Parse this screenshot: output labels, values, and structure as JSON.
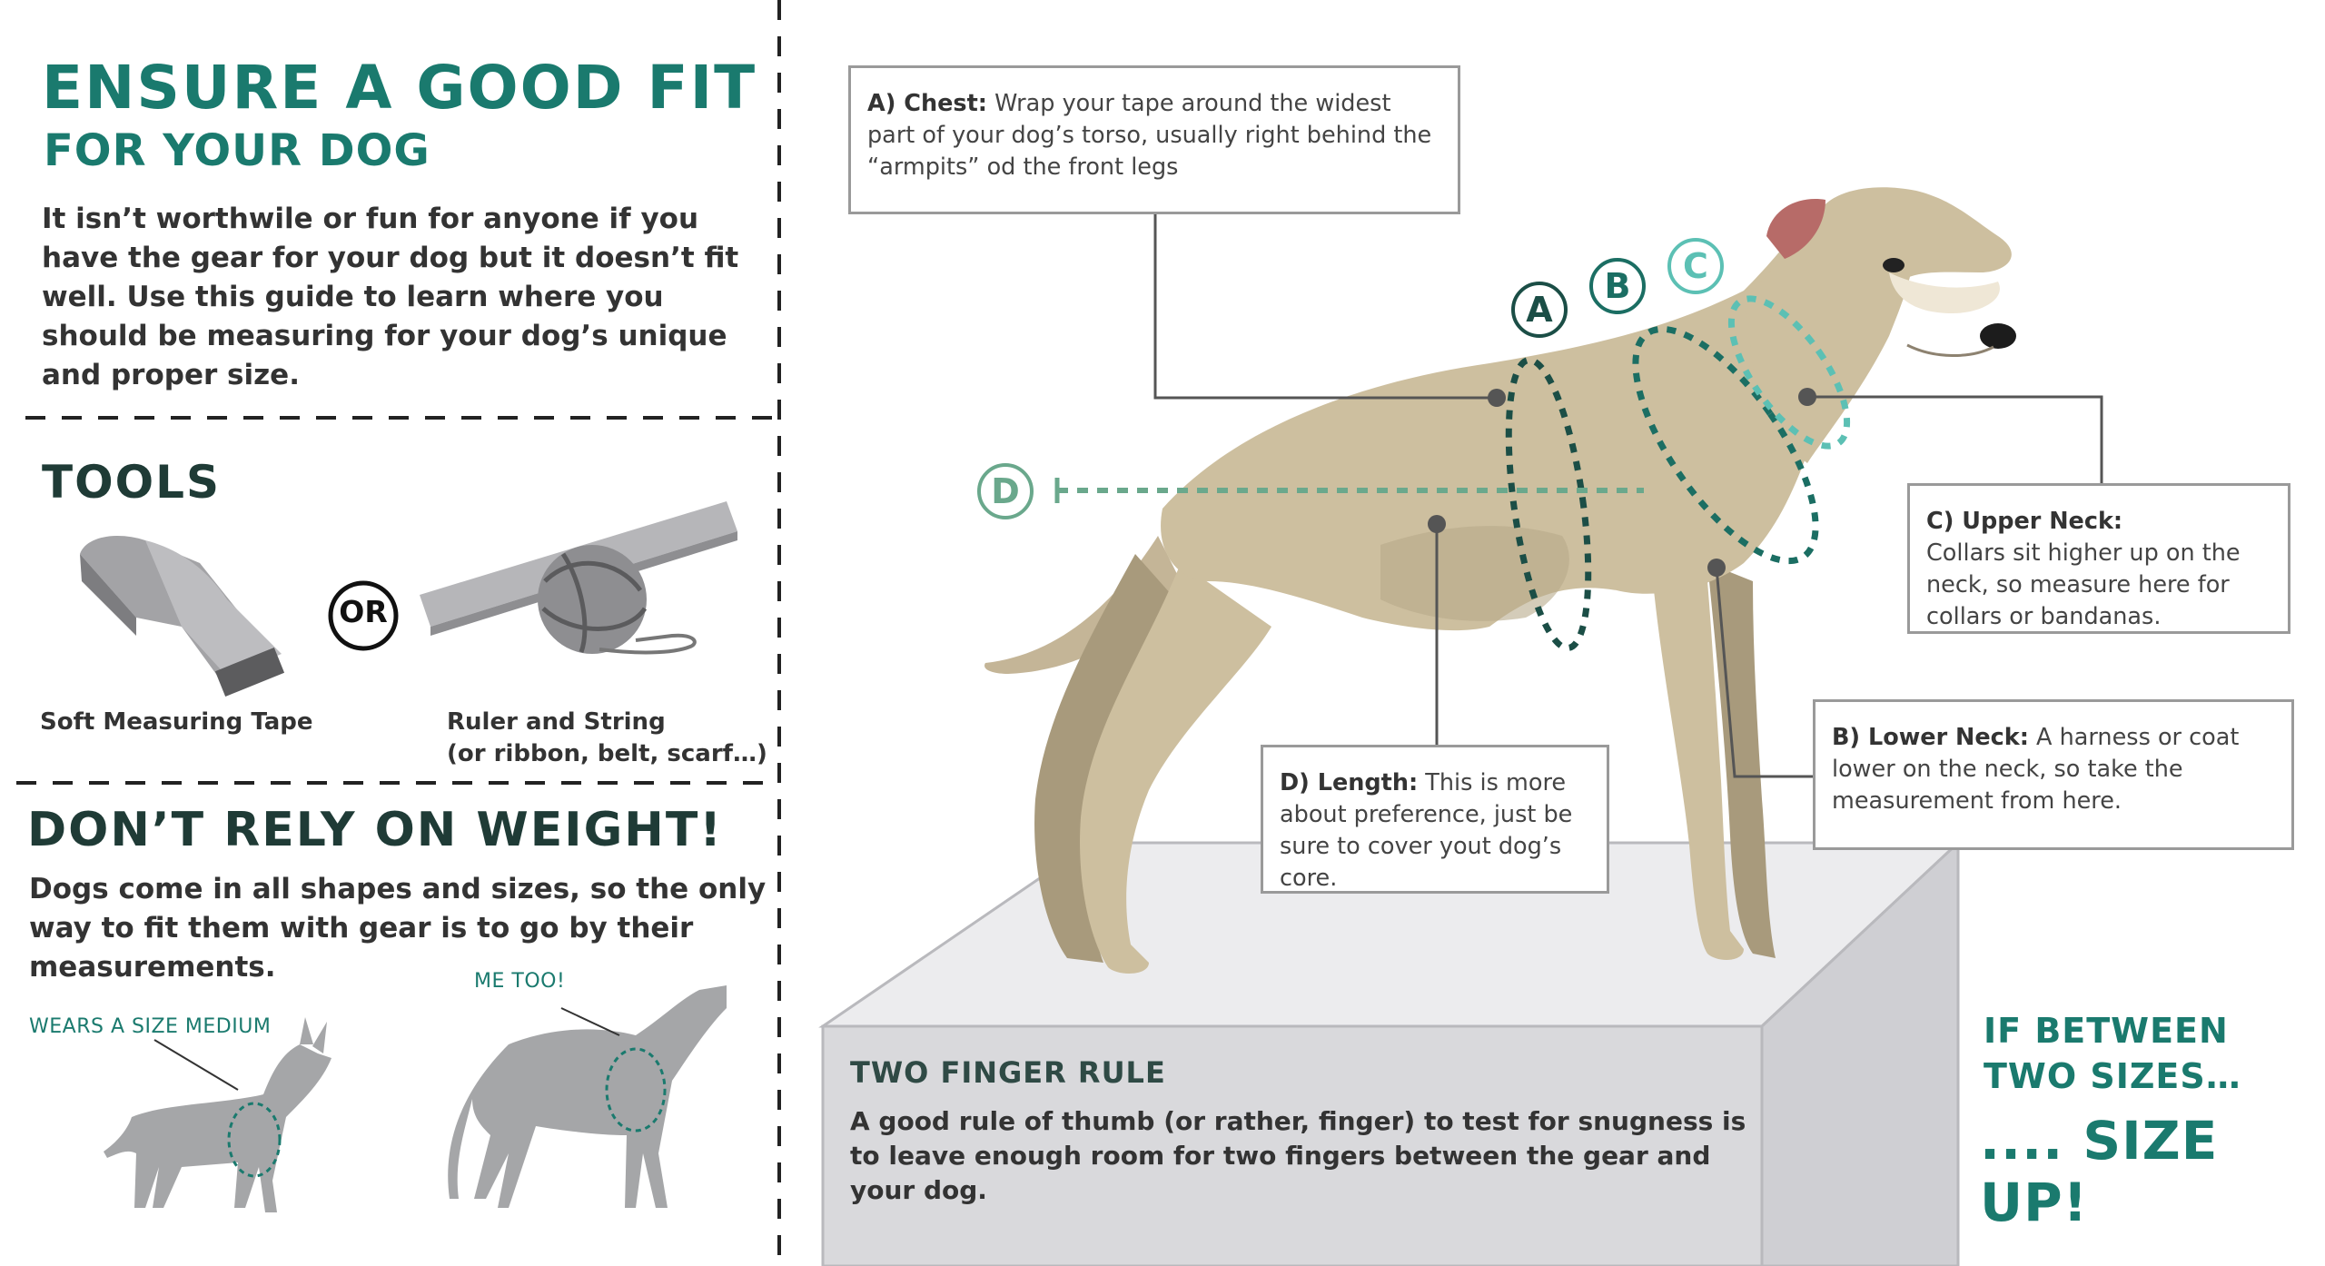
{
  "header": {
    "title_line1": "ENSURE A GOOD FIT",
    "title_line2": "FOR YOUR DOG",
    "intro": "It isn’t worthwile or fun for anyone if you have the gear for your dog but it doesn’t fit well. Use this guide to learn where you should be measuring for your dog’s unique and proper size."
  },
  "tools": {
    "heading": "TOOLS",
    "tool1": "Soft Measuring Tape",
    "or": "OR",
    "tool2_line1": "Ruler and String",
    "tool2_line2": "(or ribbon, belt, scarf…)"
  },
  "weight": {
    "heading": "DON’T RELY ON WEIGHT!",
    "text": "Dogs come in all shapes and sizes, so the only way to fit them with gear is to go by their measurements.",
    "label_small_dog": "WEARS A SIZE MEDIUM",
    "label_large_dog": "ME TOO!"
  },
  "measurements": {
    "chest": {
      "letter": "A",
      "label": "A) Chest:",
      "text": " Wrap your tape around the widest part of your dog’s torso, usually right behind the “armpits” od the front legs"
    },
    "lower_neck": {
      "letter": "B",
      "label": "B) Lower Neck:",
      "text": " A harness or coat lower on the neck, so take the measurement from here."
    },
    "upper_neck": {
      "letter": "C",
      "label": "C) Upper Neck:",
      "text": "Collars sit higher up on the neck, so measure here for collars or bandanas."
    },
    "length": {
      "letter": "D",
      "label": "D) Length:",
      "text": " This is more about preference, just be sure to cover yout dog’s core."
    }
  },
  "two_finger_rule": {
    "heading": "TWO FINGER RULE",
    "text": "A good rule of thumb (or rather, finger) to test for snugness is to leave enough room for two fingers between the gear and your dog."
  },
  "size_up": {
    "line1": "IF BETWEEN",
    "line2": "TWO SIZES…",
    "line3": ".... SIZE UP!"
  },
  "colors": {
    "teal": "#1a7a6e",
    "light_teal": "#5cc0b4",
    "dog_tan": "#cdbf9f",
    "box_gray": "#d9d9dc"
  }
}
